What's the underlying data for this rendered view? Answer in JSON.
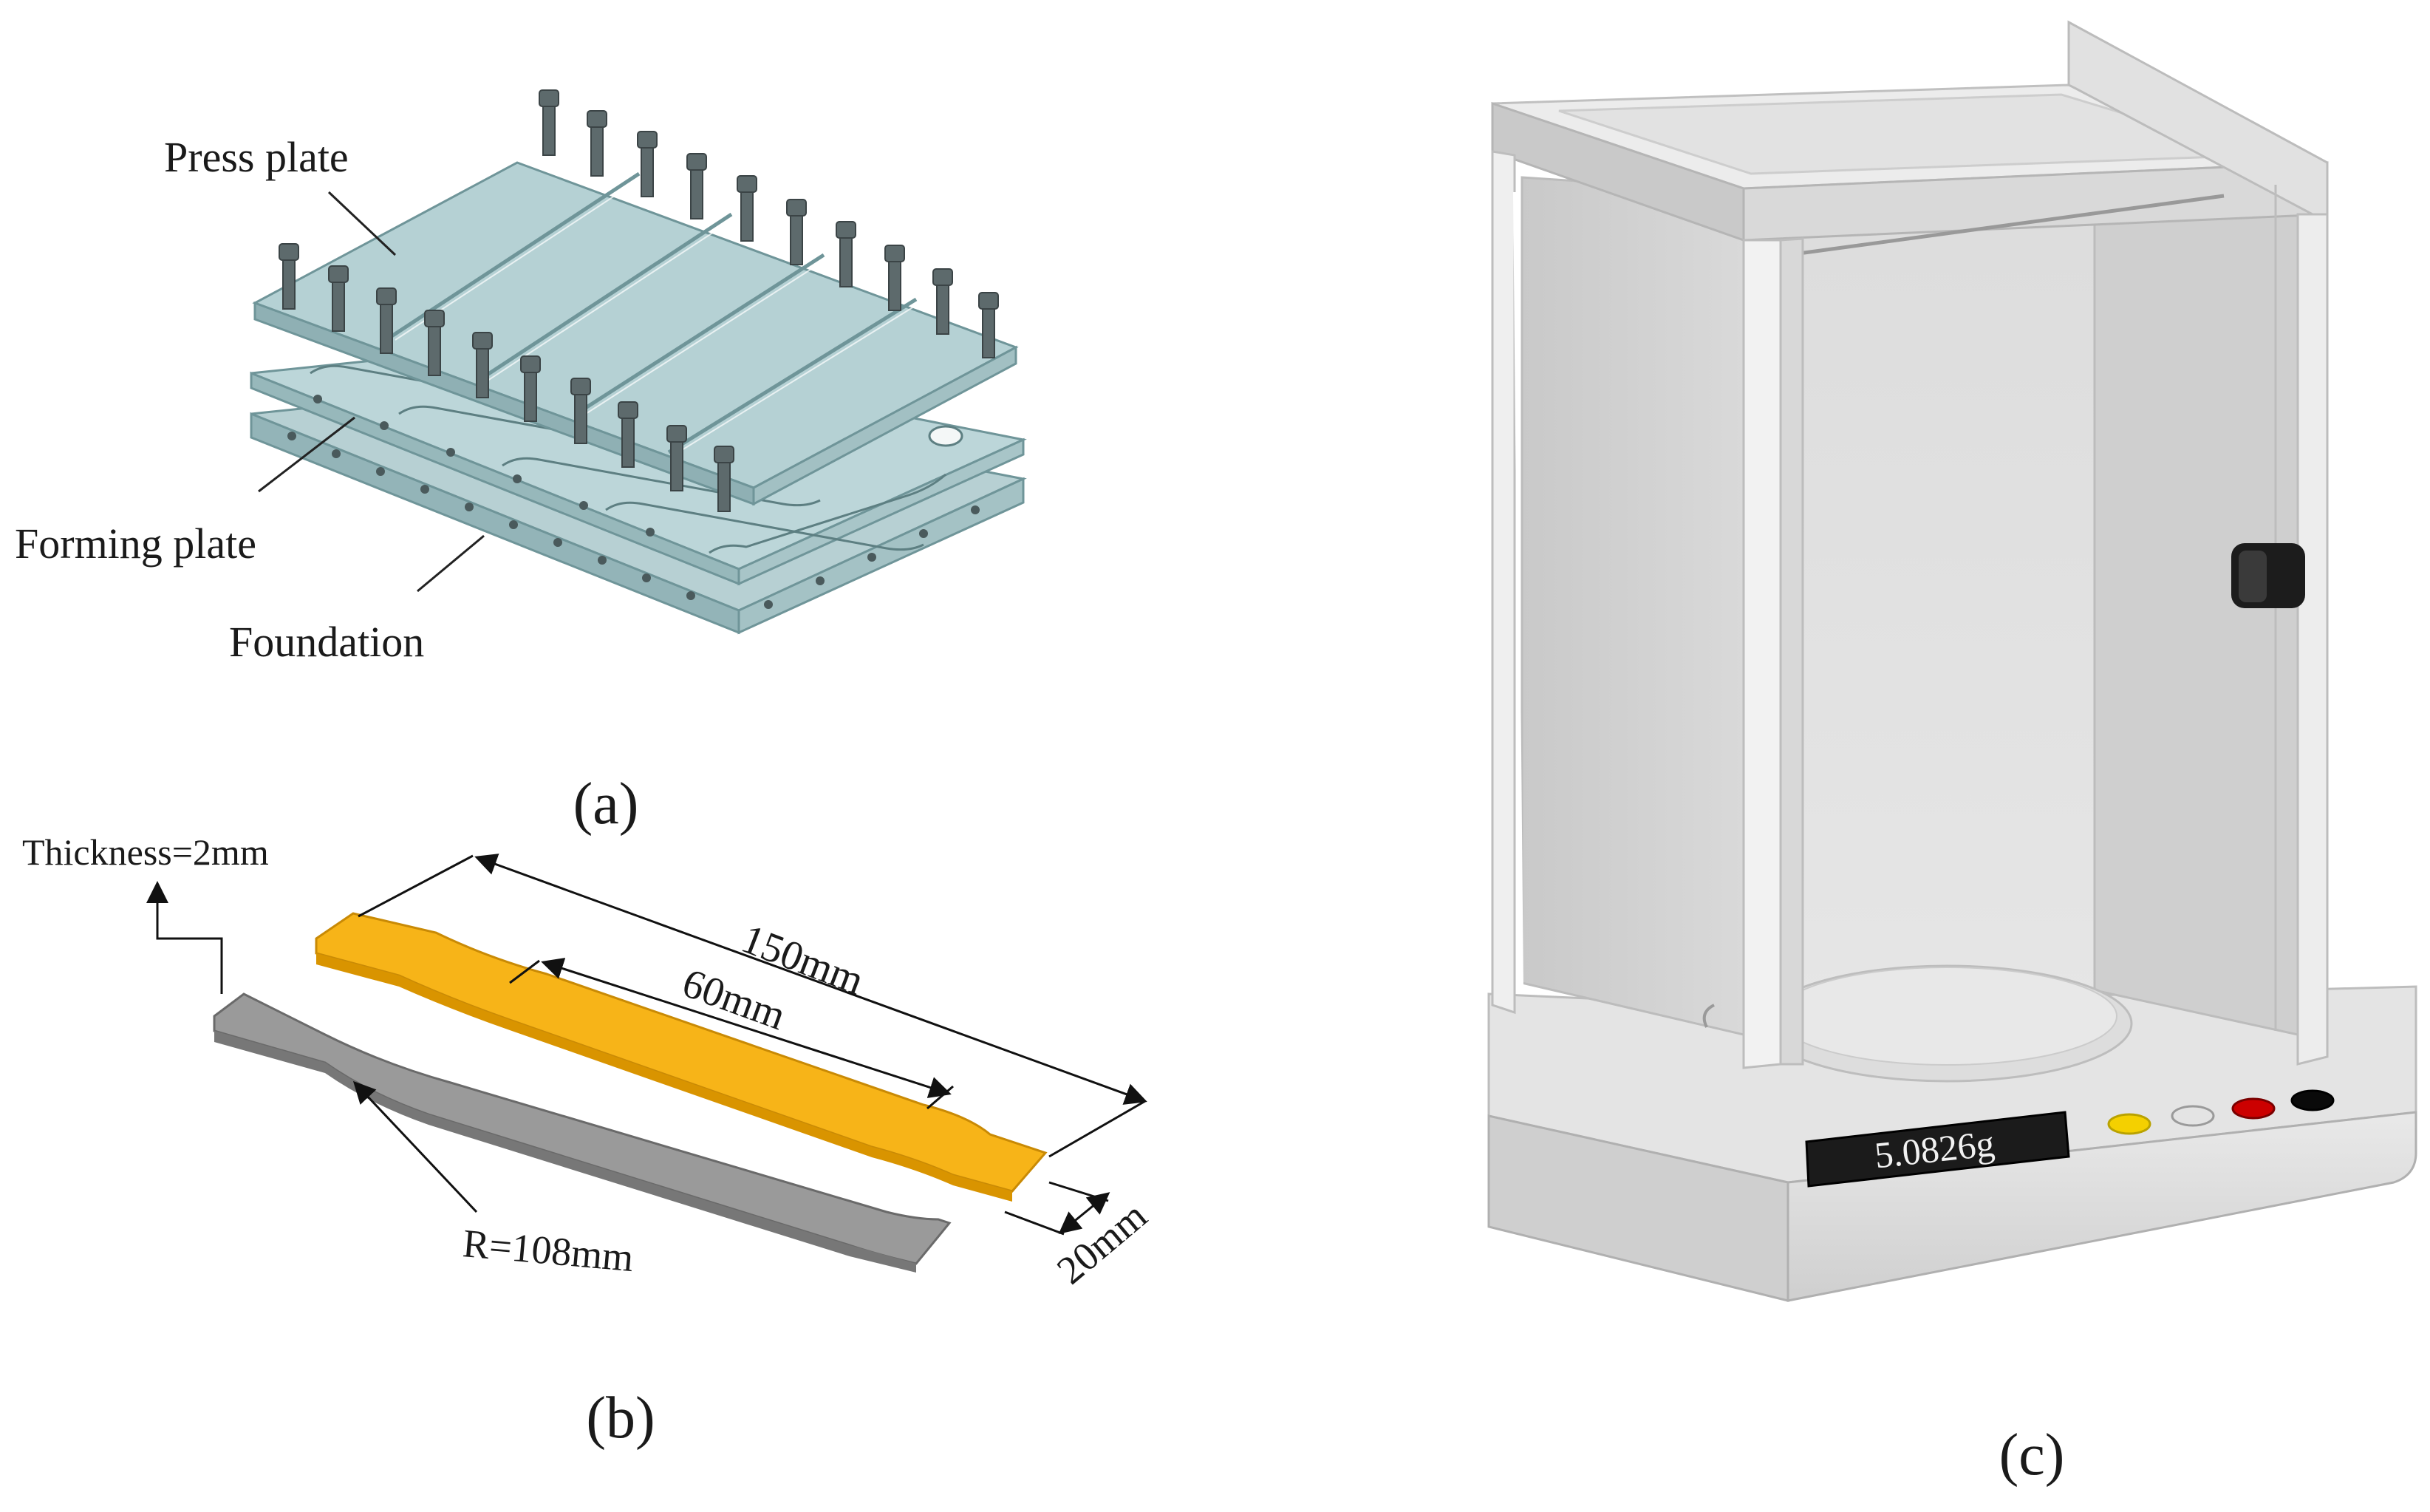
{
  "panel_a": {
    "label_press_plate": "Press plate",
    "label_forming_plate": "Forming plate",
    "label_foundation": "Foundation",
    "caption": "(a)"
  },
  "panel_b": {
    "label_thickness": "Thickness=2mm",
    "label_length_total": "150mm",
    "label_length_gauge": "60mm",
    "label_width": "20mm",
    "label_radius": "R=108mm",
    "caption": "(b)"
  },
  "panel_c": {
    "display_reading": "5.0826g",
    "caption": "(c)"
  },
  "colors": {
    "plate": "#b9d3d6",
    "plate_edge": "#8fb2b6",
    "specimen_orange": "#f7b418",
    "specimen_gray": "#9c9c9c",
    "balance_frame": "#e6e6e6",
    "glass": "#d4d4d4"
  }
}
